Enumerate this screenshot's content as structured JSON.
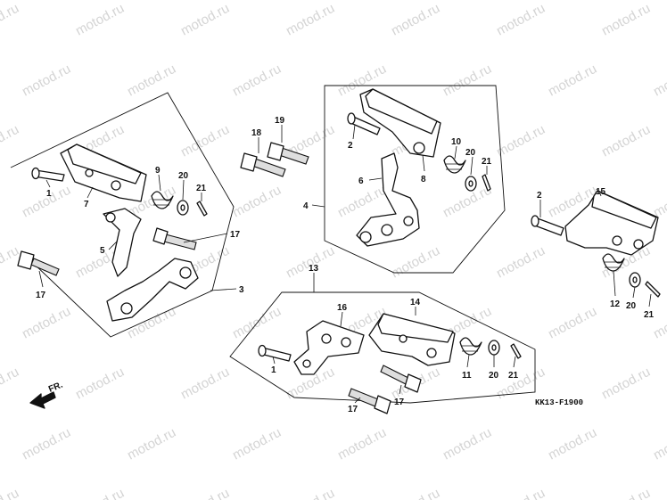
{
  "watermark": "motod.ru",
  "diagram_code": "KK13-F1900",
  "direction_label": "FR.",
  "colors": {
    "line": "#111111",
    "watermark": "#d4d4d4",
    "background": "#ffffff"
  },
  "callouts": [
    {
      "label": "1"
    },
    {
      "label": "7"
    },
    {
      "label": "9"
    },
    {
      "label": "20"
    },
    {
      "label": "21"
    },
    {
      "label": "5"
    },
    {
      "label": "17"
    },
    {
      "label": "17"
    },
    {
      "label": "3"
    },
    {
      "label": "18"
    },
    {
      "label": "19"
    },
    {
      "label": "2"
    },
    {
      "label": "8"
    },
    {
      "label": "10"
    },
    {
      "label": "20"
    },
    {
      "label": "21"
    },
    {
      "label": "6"
    },
    {
      "label": "4"
    },
    {
      "label": "2"
    },
    {
      "label": "15"
    },
    {
      "label": "12"
    },
    {
      "label": "20"
    },
    {
      "label": "21"
    },
    {
      "label": "13"
    },
    {
      "label": "16"
    },
    {
      "label": "14"
    },
    {
      "label": "1"
    },
    {
      "label": "11"
    },
    {
      "label": "20"
    },
    {
      "label": "21"
    },
    {
      "label": "17"
    },
    {
      "label": "17"
    }
  ]
}
